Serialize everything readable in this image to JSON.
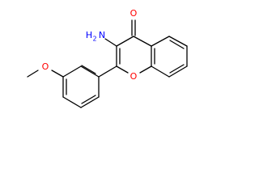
{
  "molecule": {
    "atoms": {
      "carbonyl_oxygen": "O",
      "ring_oxygen": "O",
      "ether_oxygen": "O",
      "amine_n": "N",
      "amine_h": "H",
      "amine_h_count": "2"
    },
    "colors": {
      "bond": "#000000",
      "oxygen": "#ff0000",
      "nitrogen": "#0000ff"
    }
  }
}
